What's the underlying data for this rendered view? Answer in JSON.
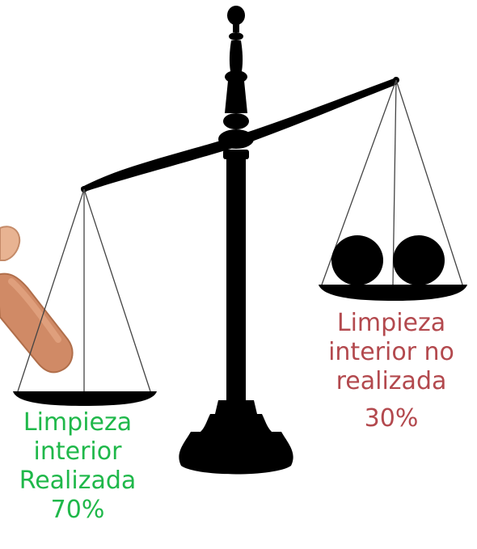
{
  "left_pan": {
    "lines": [
      "Limpieza",
      "interior",
      "Realizada"
    ],
    "percent": "70%",
    "color": "#1fb84a",
    "value": 70
  },
  "right_pan": {
    "lines": [
      "Limpieza",
      "interior no",
      "realizada"
    ],
    "percent": "30%",
    "color": "#b3494e",
    "value": 30
  },
  "icons": {
    "scale": "balance-scale-icon",
    "hand": "hand-finger-icon",
    "weights": "ball-weight-icon"
  }
}
